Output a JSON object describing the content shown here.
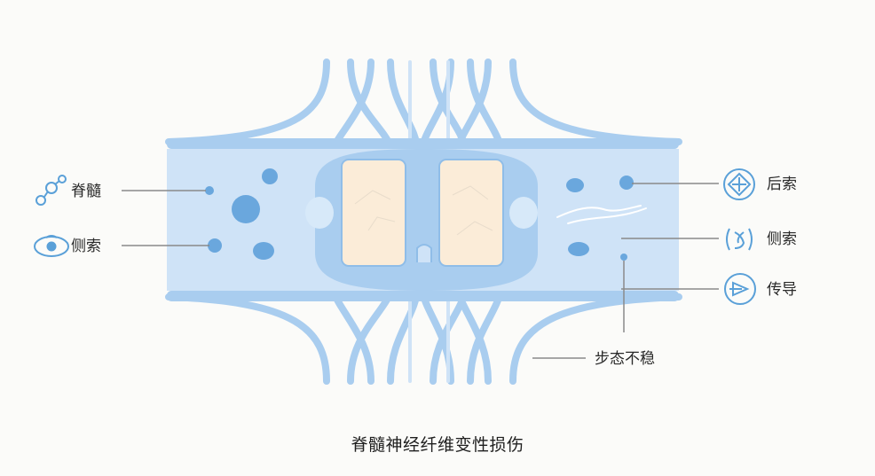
{
  "labels": {
    "spinal_cord": "脊髓",
    "lateral_column_left": "侧索",
    "posterior_column": "后索",
    "lateral_column_right": "侧索",
    "conduction": "传导",
    "unsteady_gait": "步态不稳"
  },
  "caption": "脊髓神经纤维变性损伤",
  "icons": {
    "spinal_cord": "vertebra-chain-icon",
    "lateral_column_left": "eye-icon",
    "posterior_column": "compass-diamond-icon",
    "lateral_column_right": "nerve-bundle-icon",
    "conduction": "signal-arrow-icon"
  },
  "colors": {
    "background": "#fbfbf9",
    "nerve_fiber": "#a9cdef",
    "nerve_fiber_dark": "#8fbde8",
    "cord_fill": "#cfe3f7",
    "cord_border": "#9cc6ee",
    "dot": "#6aa7dd",
    "vertebra_fill": "#fbecd8",
    "icon_stroke": "#5aa0d8",
    "leader_line": "#8a8a8a"
  }
}
